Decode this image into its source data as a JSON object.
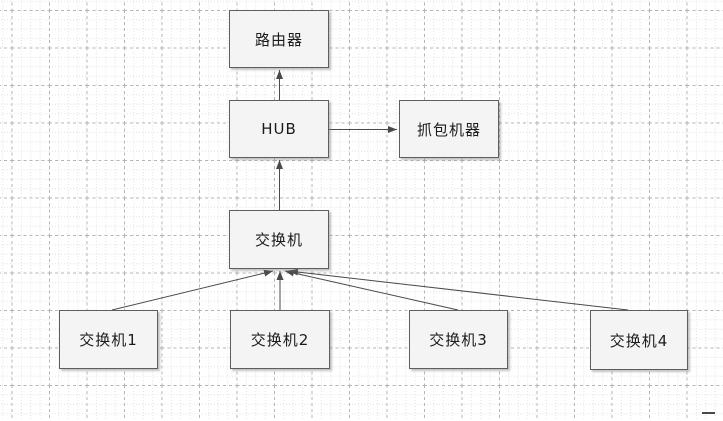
{
  "diagram": {
    "type": "network-topology",
    "nodes": {
      "router": {
        "label": "路由器"
      },
      "hub": {
        "label": "HUB"
      },
      "capture": {
        "label": "抓包机器"
      },
      "switch_main": {
        "label": "交换机"
      },
      "switch1": {
        "label": "交换机1"
      },
      "switch2": {
        "label": "交换机2"
      },
      "switch3": {
        "label": "交换机3"
      },
      "switch4": {
        "label": "交换机4"
      }
    },
    "edges": [
      {
        "from": "hub",
        "to": "router",
        "arrow": "to"
      },
      {
        "from": "hub",
        "to": "capture",
        "arrow": "to"
      },
      {
        "from": "switch_main",
        "to": "hub",
        "arrow": "to"
      },
      {
        "from": "switch1",
        "to": "switch_main",
        "arrow": "to"
      },
      {
        "from": "switch2",
        "to": "switch_main",
        "arrow": "to"
      },
      {
        "from": "switch3",
        "to": "switch_main",
        "arrow": "to"
      },
      {
        "from": "switch4",
        "to": "switch_main",
        "arrow": "to"
      }
    ],
    "colors": {
      "canvas": "#ffffff",
      "grid_minor": "#e2e2e2",
      "grid_major": "#b5b5b5",
      "node_fill": "#f4f4f4",
      "node_border": "#5e5e5e",
      "connector": "#4a4a4a",
      "text": "#1b1b1b"
    }
  }
}
